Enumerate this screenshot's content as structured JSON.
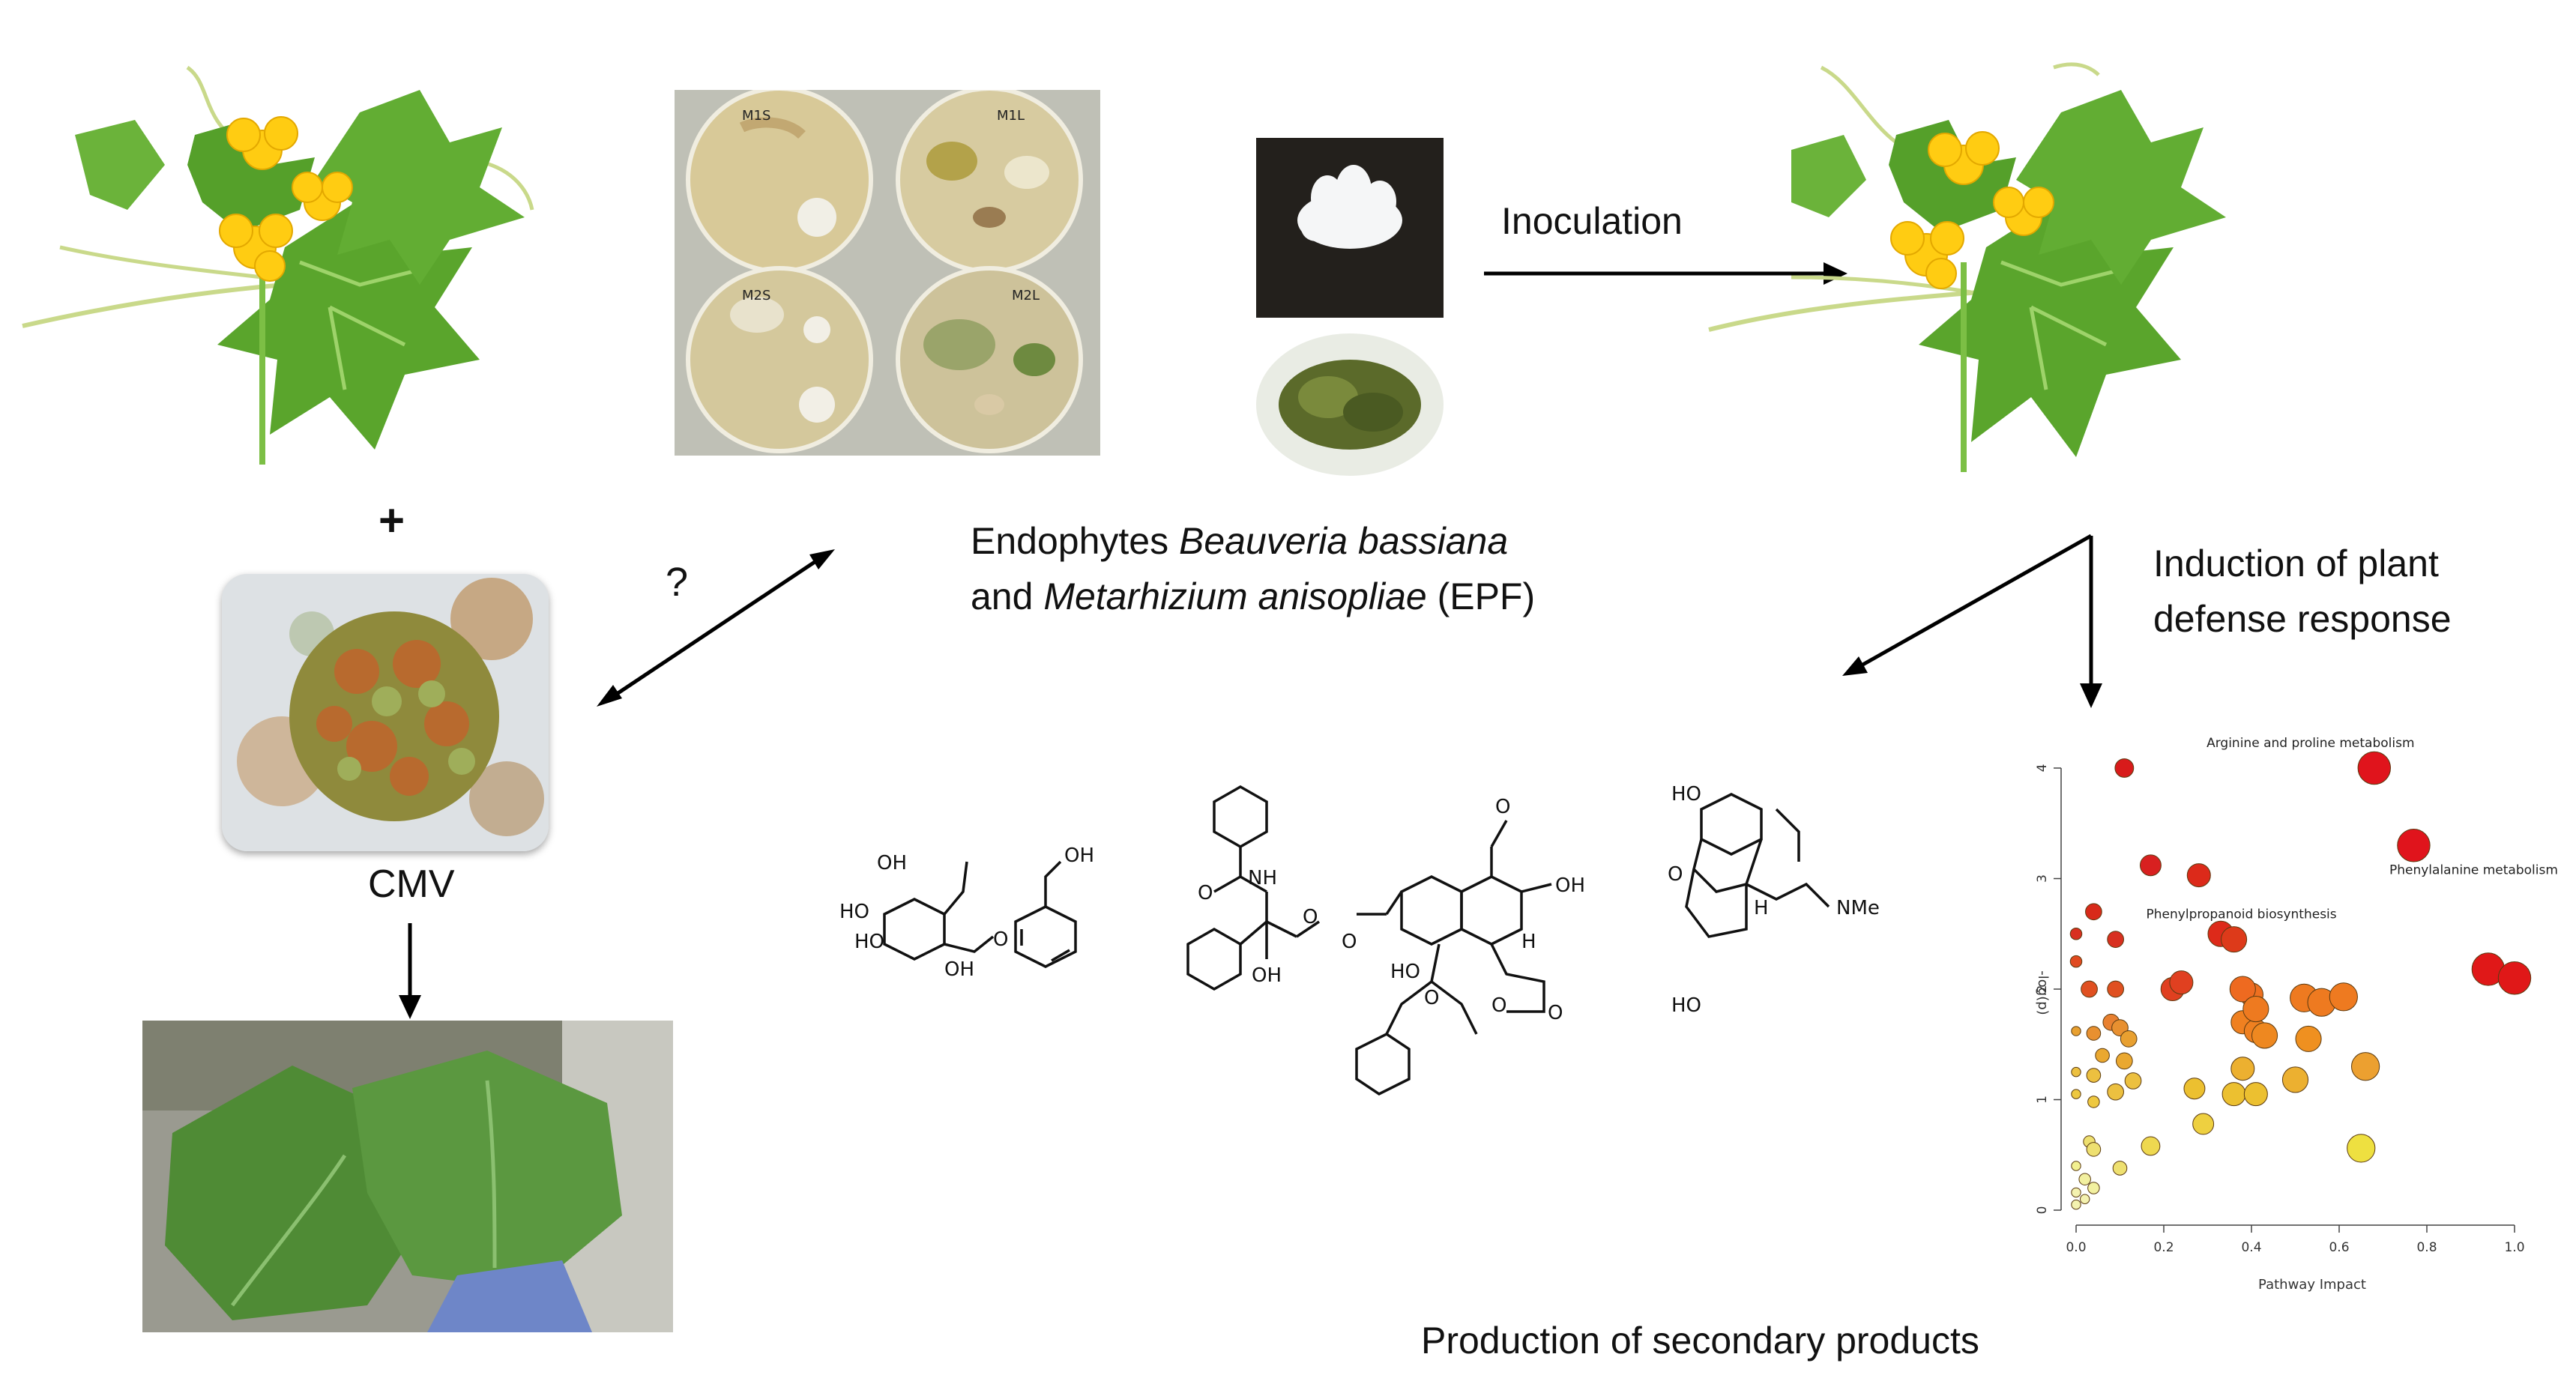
{
  "labels": {
    "plus": "+",
    "question": "?",
    "cmv": "CMV",
    "inoculation": "Inoculation",
    "endophytes_line1_a": "Endophytes ",
    "endophytes_line1_b": "Beauveria bassiana",
    "endophytes_line2_a": "and ",
    "endophytes_line2_b": "Metarhizium anisopliae",
    "endophytes_line2_c": " (EPF)",
    "induction_line1": "Induction of plant",
    "induction_line2": "defense response",
    "production": "Production of secondary products"
  },
  "plates": [
    "M1S",
    "M1L",
    "M2S",
    "M2L"
  ],
  "molecules": {
    "glycoside": {
      "oh_top": "OH",
      "oh_right": "OH",
      "ho_left1": "HO",
      "ho_left2": "HO",
      "oh_ring": "OH",
      "o_link": "O"
    },
    "taxane": {
      "nh": "NH",
      "o1": "O",
      "o2": "O",
      "oh1": "OH",
      "o3": "O",
      "o4": "O",
      "ho": "HO",
      "oh2": "OH",
      "h": "H",
      "o5": "O",
      "o6": "O",
      "o7": "O"
    },
    "morphine": {
      "ho1": "HO",
      "o": "O",
      "h": "H",
      "nme": "NMe",
      "ho2": "HO"
    }
  },
  "chart_data": {
    "type": "scatter",
    "xlabel": "Pathway Impact",
    "ylabel": "-log(p)",
    "xlim": [
      0,
      1.0
    ],
    "ylim": [
      0,
      4
    ],
    "xticks": [
      "0.0",
      "0.2",
      "0.4",
      "0.6",
      "0.8",
      "1.0"
    ],
    "yticks": [
      "0",
      "1",
      "2",
      "3",
      "4"
    ],
    "annotations": [
      {
        "text": "Arginine and proline metabolism",
        "x": 0.68,
        "y": 4.0
      },
      {
        "text": "Phenylalanine metabolism",
        "x": 0.77,
        "y": 3.3
      },
      {
        "text": "Phenylpropanoid biosynthesis",
        "x": 0.36,
        "y": 2.45
      }
    ],
    "points": [
      {
        "x": 0.68,
        "y": 4.0,
        "s": 14,
        "c": "#e0141c"
      },
      {
        "x": 0.77,
        "y": 3.3,
        "s": 14,
        "c": "#e0141c"
      },
      {
        "x": 0.11,
        "y": 4.0,
        "s": 8,
        "c": "#d81b1b"
      },
      {
        "x": 0.17,
        "y": 3.12,
        "s": 9,
        "c": "#d82020"
      },
      {
        "x": 0.28,
        "y": 3.03,
        "s": 10,
        "c": "#dc2a1a"
      },
      {
        "x": 0.94,
        "y": 2.18,
        "s": 14,
        "c": "#e01818"
      },
      {
        "x": 1.0,
        "y": 2.1,
        "s": 14,
        "c": "#e01818"
      },
      {
        "x": 0.04,
        "y": 2.7,
        "s": 7,
        "c": "#d82a1a"
      },
      {
        "x": 0.0,
        "y": 2.5,
        "s": 5,
        "c": "#d83020"
      },
      {
        "x": 0.09,
        "y": 2.45,
        "s": 7,
        "c": "#d83020"
      },
      {
        "x": 0.33,
        "y": 2.5,
        "s": 11,
        "c": "#dd2a1a"
      },
      {
        "x": 0.36,
        "y": 2.45,
        "s": 11,
        "c": "#dd3a1a"
      },
      {
        "x": 0.0,
        "y": 2.25,
        "s": 5,
        "c": "#e04a20"
      },
      {
        "x": 0.03,
        "y": 2.0,
        "s": 7,
        "c": "#e05020"
      },
      {
        "x": 0.09,
        "y": 2.0,
        "s": 7,
        "c": "#e05020"
      },
      {
        "x": 0.22,
        "y": 2.0,
        "s": 10,
        "c": "#e04020"
      },
      {
        "x": 0.24,
        "y": 2.06,
        "s": 10,
        "c": "#e04020"
      },
      {
        "x": 0.38,
        "y": 2.0,
        "s": 11,
        "c": "#ee6a20"
      },
      {
        "x": 0.4,
        "y": 1.95,
        "s": 10,
        "c": "#ee7020"
      },
      {
        "x": 0.41,
        "y": 1.82,
        "s": 11,
        "c": "#ee7a20"
      },
      {
        "x": 0.38,
        "y": 1.7,
        "s": 10,
        "c": "#ef8020"
      },
      {
        "x": 0.41,
        "y": 1.62,
        "s": 10,
        "c": "#ef8020"
      },
      {
        "x": 0.52,
        "y": 1.92,
        "s": 12,
        "c": "#ee7a20"
      },
      {
        "x": 0.56,
        "y": 1.88,
        "s": 12,
        "c": "#ee7a20"
      },
      {
        "x": 0.61,
        "y": 1.93,
        "s": 12,
        "c": "#ee7a20"
      },
      {
        "x": 0.43,
        "y": 1.58,
        "s": 11,
        "c": "#ee8820"
      },
      {
        "x": 0.53,
        "y": 1.55,
        "s": 11,
        "c": "#ef9020"
      },
      {
        "x": 0.0,
        "y": 1.62,
        "s": 4,
        "c": "#e8a030"
      },
      {
        "x": 0.04,
        "y": 1.6,
        "s": 6,
        "c": "#e89030"
      },
      {
        "x": 0.08,
        "y": 1.7,
        "s": 7,
        "c": "#e88030"
      },
      {
        "x": 0.1,
        "y": 1.65,
        "s": 7,
        "c": "#e89030"
      },
      {
        "x": 0.12,
        "y": 1.55,
        "s": 7,
        "c": "#e8a030"
      },
      {
        "x": 0.06,
        "y": 1.4,
        "s": 6,
        "c": "#eaa830"
      },
      {
        "x": 0.11,
        "y": 1.35,
        "s": 7,
        "c": "#eaa830"
      },
      {
        "x": 0.0,
        "y": 1.25,
        "s": 4,
        "c": "#ecc040"
      },
      {
        "x": 0.04,
        "y": 1.22,
        "s": 6,
        "c": "#ecc040"
      },
      {
        "x": 0.13,
        "y": 1.17,
        "s": 7,
        "c": "#ecc040"
      },
      {
        "x": 0.09,
        "y": 1.07,
        "s": 7,
        "c": "#ecc040"
      },
      {
        "x": 0.0,
        "y": 1.05,
        "s": 4,
        "c": "#eec840"
      },
      {
        "x": 0.04,
        "y": 0.98,
        "s": 5,
        "c": "#eec840"
      },
      {
        "x": 0.38,
        "y": 1.28,
        "s": 10,
        "c": "#ecb030"
      },
      {
        "x": 0.36,
        "y": 1.05,
        "s": 10,
        "c": "#ecc030"
      },
      {
        "x": 0.41,
        "y": 1.05,
        "s": 10,
        "c": "#ecc030"
      },
      {
        "x": 0.27,
        "y": 1.1,
        "s": 9,
        "c": "#ecc030"
      },
      {
        "x": 0.5,
        "y": 1.18,
        "s": 11,
        "c": "#ecb030"
      },
      {
        "x": 0.66,
        "y": 1.3,
        "s": 12,
        "c": "#eca030"
      },
      {
        "x": 0.29,
        "y": 0.78,
        "s": 9,
        "c": "#eed040"
      },
      {
        "x": 0.17,
        "y": 0.58,
        "s": 8,
        "c": "#eed850"
      },
      {
        "x": 0.65,
        "y": 0.56,
        "s": 12,
        "c": "#eee040"
      },
      {
        "x": 0.03,
        "y": 0.62,
        "s": 5,
        "c": "#eee070"
      },
      {
        "x": 0.04,
        "y": 0.55,
        "s": 6,
        "c": "#eee070"
      },
      {
        "x": 0.1,
        "y": 0.38,
        "s": 6,
        "c": "#eee070"
      },
      {
        "x": 0.0,
        "y": 0.4,
        "s": 4,
        "c": "#f2f090"
      },
      {
        "x": 0.02,
        "y": 0.28,
        "s": 5,
        "c": "#f2f0a0"
      },
      {
        "x": 0.04,
        "y": 0.2,
        "s": 5,
        "c": "#f2f0a0"
      },
      {
        "x": 0.0,
        "y": 0.16,
        "s": 4,
        "c": "#f4f2b0"
      },
      {
        "x": 0.02,
        "y": 0.1,
        "s": 4,
        "c": "#f4f2b0"
      },
      {
        "x": 0.0,
        "y": 0.05,
        "s": 4,
        "c": "#f4f2b0"
      }
    ]
  }
}
